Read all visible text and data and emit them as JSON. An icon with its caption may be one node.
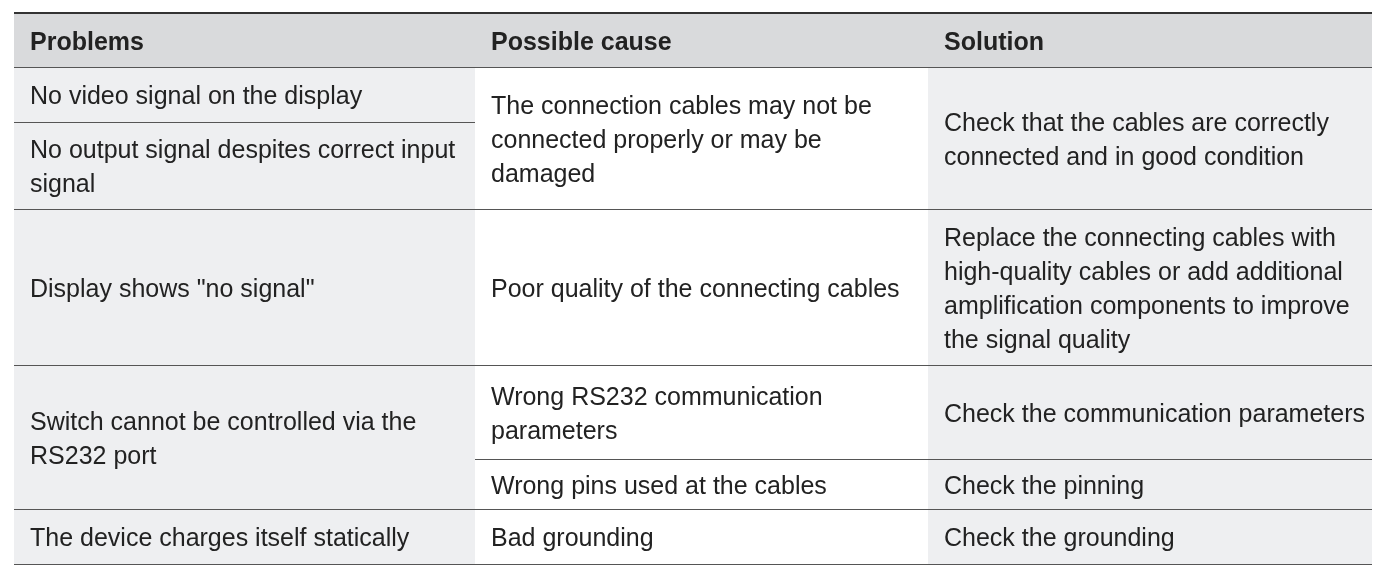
{
  "diagram": {
    "labels": [
      "Problems",
      "Possible cause",
      "Solution",
      "No video signal on the display",
      "The connection cables may not be connected properly or may be damaged",
      "Check that the cables are correctly connected and in good condition",
      "No output signal despites correct input signal",
      "Display shows \"no signal\"",
      "Poor quality of the connecting cables",
      "Replace the connecting cables with high-quality cables or add additional amplification components to improve the signal quality",
      "Switch cannot be controlled via the RS232 port",
      "Wrong RS232 communication parameters",
      "Check the communication parameters",
      "Wrong pins used at the cables",
      "Check the pinning",
      "The device charges itself statically",
      "Bad grounding",
      "Check the grounding"
    ]
  }
}
